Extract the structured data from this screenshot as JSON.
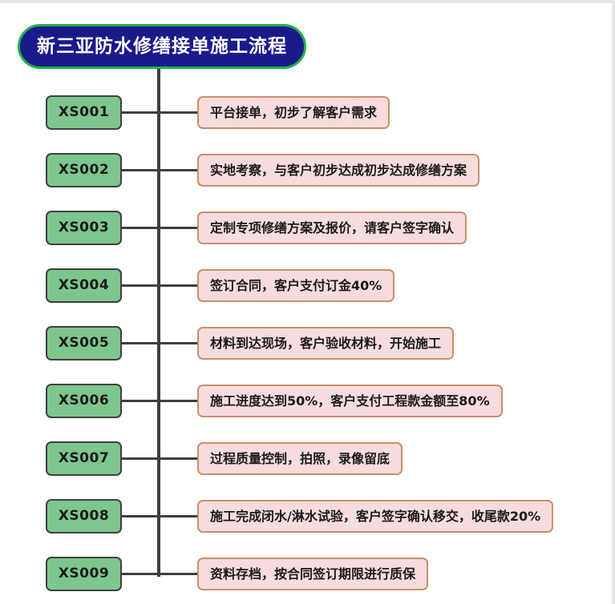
{
  "diagram": {
    "title": "新三亚防水修缮接单施工流程",
    "colors": {
      "title_fill": "#1a1a8c",
      "title_border": "#22b14c",
      "title_text": "#ffffff",
      "id_fill": "#7dc68e",
      "id_border": "#404040",
      "desc_fill": "#f7dcdd",
      "desc_border": "#c98f6a",
      "connector": "#3f3f3f",
      "page_border": "#e6e6e6"
    },
    "steps": [
      {
        "id": "XS001",
        "desc": "平台接单，初步了解客户需求"
      },
      {
        "id": "XS002",
        "desc": "实地考察，与客户初步达成初步达成修缮方案"
      },
      {
        "id": "XS003",
        "desc": "定制专项修缮方案及报价，请客户签字确认"
      },
      {
        "id": "XS004",
        "desc": "签订合同，客户支付订金40%"
      },
      {
        "id": "XS005",
        "desc": "材料到达现场，客户验收材料，开始施工"
      },
      {
        "id": "XS006",
        "desc": "施工进度达到50%，客户支付工程款金额至80%"
      },
      {
        "id": "XS007",
        "desc": "过程质量控制，拍照，录像留底"
      },
      {
        "id": "XS008",
        "desc": "施工完成闭水/淋水试验，客户签字确认移交，收尾款20%"
      },
      {
        "id": "XS009",
        "desc": "资料存档，按合同签订期限进行质保"
      }
    ]
  }
}
